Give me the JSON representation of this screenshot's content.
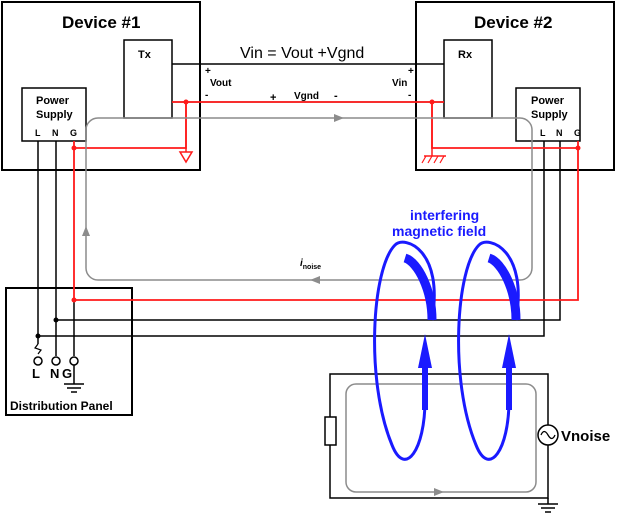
{
  "device1": {
    "title": "Device #1",
    "tx": "Tx",
    "vout": "Vout",
    "power1": "Power",
    "power2": "Supply",
    "l": "L",
    "n": "N",
    "g": "G",
    "plus": "+",
    "minus": "-"
  },
  "device2": {
    "title": "Device #2",
    "rx": "Rx",
    "vin": "Vin",
    "power1": "Power",
    "power2": "Supply",
    "l": "L",
    "n": "N",
    "g": "G",
    "plus": "+",
    "minus": "-"
  },
  "equation": "Vin = Vout +Vgnd",
  "vgnd": {
    "plus": "+",
    "label": "Vgnd",
    "minus": "-"
  },
  "inoise": {
    "i": "i",
    "sub": "noise"
  },
  "field": {
    "line1": "interfering",
    "line2": "magnetic field"
  },
  "panel": {
    "title": "Distribution Panel",
    "l": "L",
    "n": "N",
    "g": "G"
  },
  "vnoise": "Vnoise",
  "colors": {
    "red": "#ff1a1a",
    "blue": "#1a1aff",
    "gray": "#808080",
    "black": "#000000"
  }
}
